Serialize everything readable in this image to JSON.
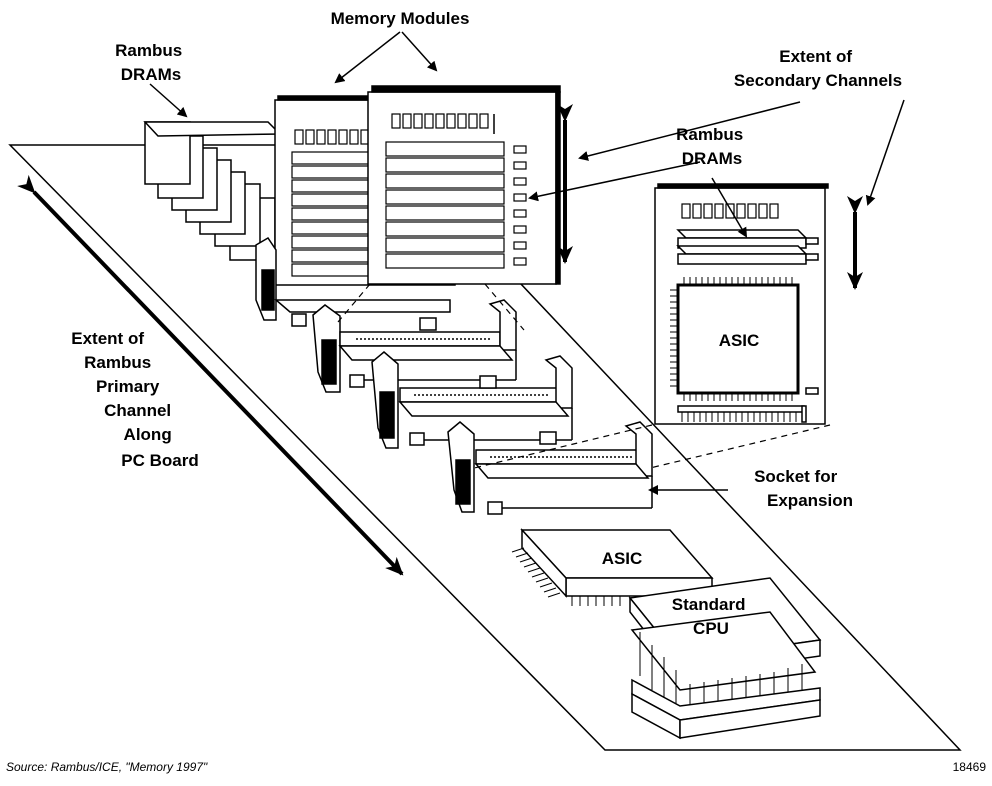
{
  "labels": {
    "memory_modules": "Memory Modules",
    "rambus_drams_left": [
      "Rambus",
      "DRAMs"
    ],
    "extent_secondary": [
      "Extent of",
      "Secondary Channels"
    ],
    "rambus_drams_right": [
      "Rambus",
      "DRAMs"
    ],
    "asic_module": "ASIC",
    "extent_primary": [
      "Extent of",
      "Rambus",
      "Primary",
      "Channel",
      "Along",
      "PC Board"
    ],
    "socket_expansion": [
      "Socket for",
      "Expansion"
    ],
    "asic_board": "ASIC",
    "cpu": [
      "Standard",
      "CPU"
    ]
  },
  "footer": {
    "source": "Source:  Rambus/ICE, \"Memory 1997\"",
    "figure_number": "18469"
  }
}
